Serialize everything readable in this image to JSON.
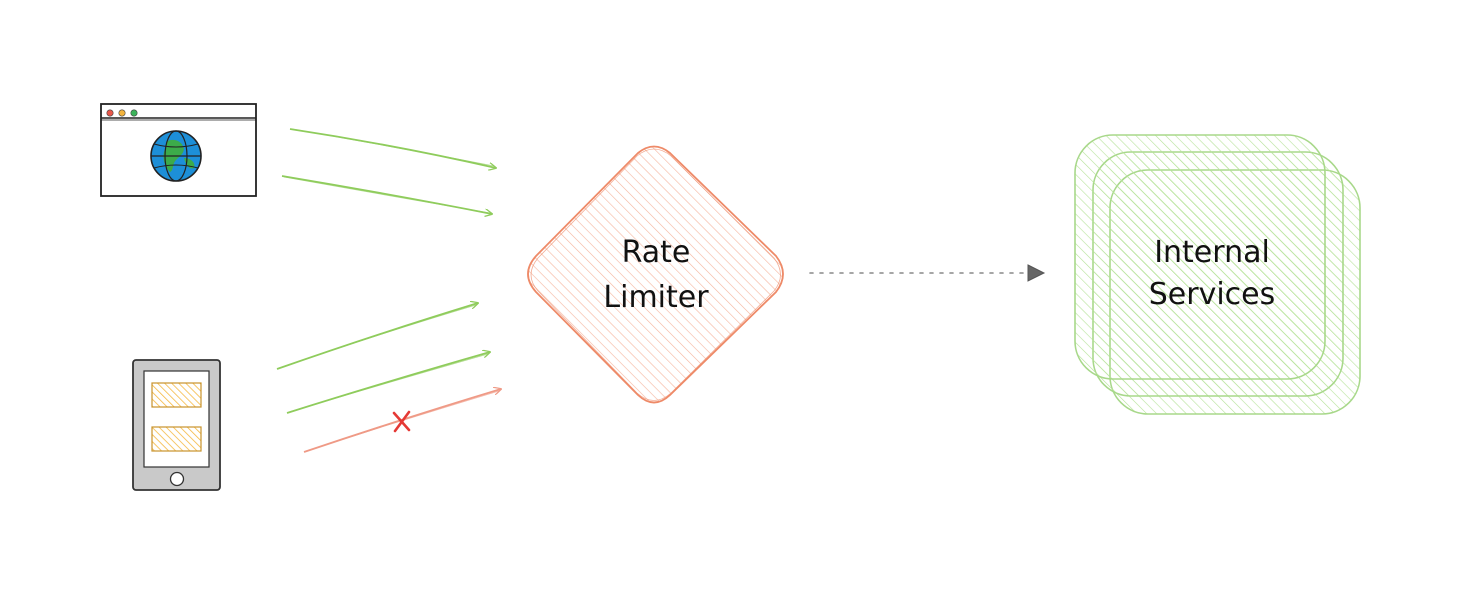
{
  "diagram": {
    "nodes": {
      "rate_limiter": {
        "line1": "Rate",
        "line2": "Limiter"
      },
      "internal_services": {
        "line1": "Internal",
        "line2": "Services"
      }
    },
    "clients": [
      {
        "kind": "browser",
        "icon": "browser-globe-icon"
      },
      {
        "kind": "mobile",
        "icon": "mobile-device-icon"
      }
    ],
    "requests": [
      {
        "from": "browser",
        "to": "rate_limiter",
        "status": "allowed"
      },
      {
        "from": "browser",
        "to": "rate_limiter",
        "status": "allowed"
      },
      {
        "from": "mobile",
        "to": "rate_limiter",
        "status": "allowed"
      },
      {
        "from": "mobile",
        "to": "rate_limiter",
        "status": "allowed"
      },
      {
        "from": "mobile",
        "to": "rate_limiter",
        "status": "rejected"
      }
    ],
    "forward": {
      "from": "rate_limiter",
      "to": "internal_services",
      "style": "dotted"
    },
    "colors": {
      "allowed": "#8fcc5c",
      "rejected": "#ef9a86",
      "rejected_mark": "#e53935",
      "rate_limiter_stroke": "#ee8a68",
      "rate_limiter_hatch": "#f5b49c",
      "services_stroke": "#a8d88a",
      "services_hatch": "#b6e29a",
      "forward_arrow": "#888888",
      "ink": "#111111"
    }
  }
}
